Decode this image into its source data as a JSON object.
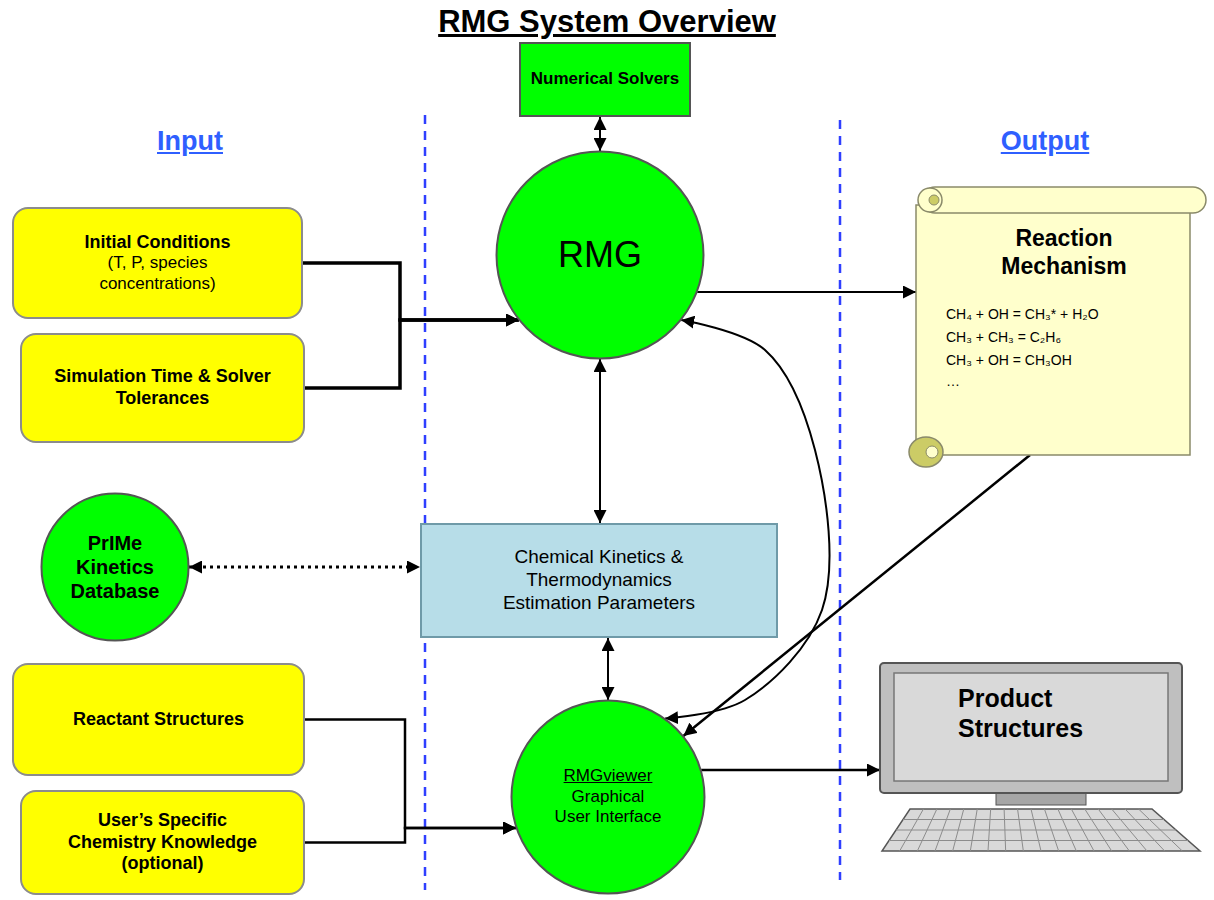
{
  "diagram": {
    "title": "RMG System Overview",
    "nodes": [
      {
        "text": [
          "Numerical Solvers"
        ]
      },
      {
        "text": [
          "Initial Conditions",
          "(T, P, species concentrations)"
        ]
      },
      {
        "text": [
          "RMG"
        ]
      },
      {
        "text": [
          "Reaction Mechanism",
          "CH₄ + OH = CH₃* + H₂O",
          "CH₃ + CH₃ = C₂H₆",
          "CH₃ + OH = CH₃OH",
          "…"
        ]
      },
      {
        "text": [
          "Simulation Time & Solver Tolerances"
        ]
      },
      {
        "text": [
          "PrIMe Kinetics Database"
        ]
      },
      {
        "text": [
          "Chemical Kinetics & Thermodynamics Estimation Parameters"
        ]
      },
      {
        "text": [
          "Reactant Structures"
        ]
      },
      {
        "text": [
          "RMGviewer",
          "Graphical User Interface"
        ]
      },
      {
        "text": [
          "Product Structures"
        ]
      },
      {
        "text": [
          "User’s Specific Chemistry Knowledge (optional)"
        ]
      }
    ],
    "edges": [
      {
        "from": 0,
        "to": 2,
        "arrow": "both"
      },
      {
        "from": 1,
        "to": 2,
        "arrow": "to"
      },
      {
        "from": 4,
        "to": 2,
        "arrow": "to"
      },
      {
        "from": 2,
        "to": 3,
        "arrow": "to"
      },
      {
        "from": 2,
        "to": 6,
        "arrow": "both"
      },
      {
        "from": 5,
        "to": 6,
        "arrow": "both"
      },
      {
        "from": 6,
        "to": 8,
        "arrow": "both"
      },
      {
        "from": 8,
        "to": 2,
        "arrow": "both"
      },
      {
        "from": 3,
        "to": 8,
        "arrow": "to"
      },
      {
        "from": 8,
        "to": 9,
        "arrow": "to"
      },
      {
        "from": 7,
        "to": 8,
        "arrow": "to"
      },
      {
        "from": 10,
        "to": 8,
        "arrow": "to"
      }
    ],
    "labels": [
      "Input",
      "Output"
    ]
  }
}
